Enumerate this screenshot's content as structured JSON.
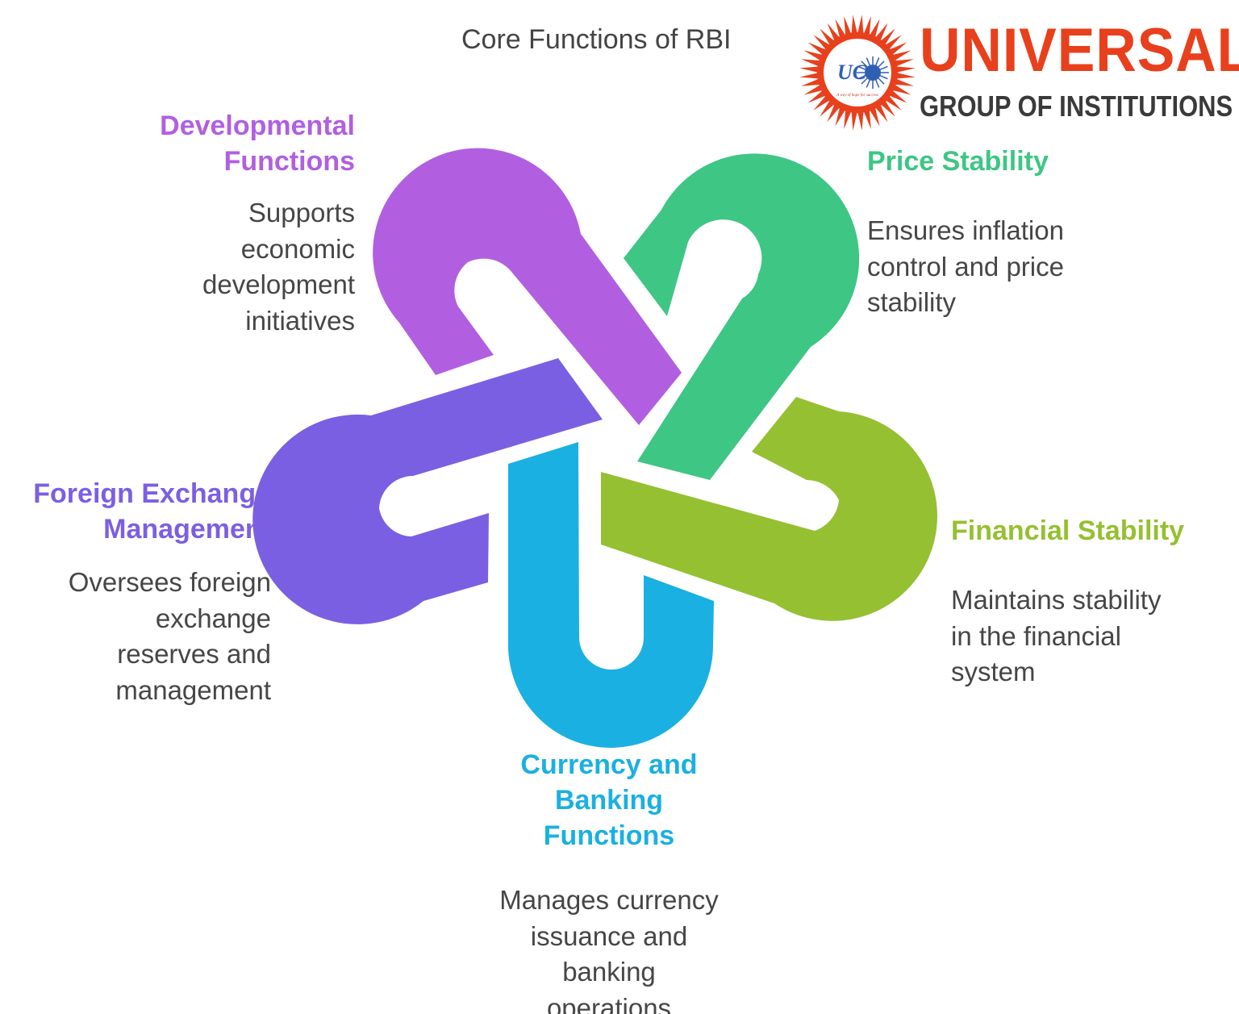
{
  "title": "Core Functions of RBI",
  "logo": {
    "brand": "UNIVERSAL",
    "subtitle": "GROUP OF INSTITUTIONS",
    "seal_text": "UC",
    "tagline": "A way of hope for success",
    "brand_color": "#e8401c"
  },
  "functions": [
    {
      "id": "developmental",
      "heading": "Developmental\nFunctions",
      "description": "Supports\neconomic\ndevelopment\ninitiatives",
      "color": "#b15fe0"
    },
    {
      "id": "price",
      "heading": "Price Stability",
      "description": "Ensures inflation\ncontrol and price\nstability",
      "color": "#3ec684"
    },
    {
      "id": "financial",
      "heading": "Financial Stability",
      "description": "Maintains stability\nin the financial\nsystem",
      "color": "#95c031"
    },
    {
      "id": "currency",
      "heading": "Currency and\nBanking\nFunctions",
      "description": "Manages currency\nissuance and\nbanking\noperations",
      "color": "#1ab0e2"
    },
    {
      "id": "forex",
      "heading": "Foreign Exchange\nManagement",
      "description": "Oversees foreign\nexchange\nreserves and\nmanagement",
      "color": "#7b5fe2"
    }
  ]
}
